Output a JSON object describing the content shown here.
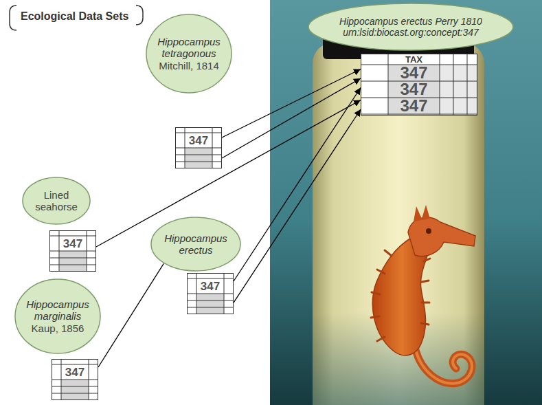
{
  "diagram": {
    "nodes": [
      {
        "text": [
          "Hippocampus erectus Perry 1810",
          "urn:lsid:biocast.org:concept:347"
        ]
      },
      {
        "text": [
          "TAX",
          "347",
          "347",
          "347"
        ]
      },
      {
        "text": [
          "Hippocampus tetragonous",
          "Mitchill, 1814"
        ]
      },
      {
        "text": [
          "347"
        ]
      },
      {
        "text": [
          "Lined seahorse"
        ]
      },
      {
        "text": [
          "347"
        ]
      },
      {
        "text": [
          "Hippocampus erectus"
        ]
      },
      {
        "text": [
          "347"
        ]
      },
      {
        "text": [
          "Hippocampus marginalis",
          "Kaup, 1856"
        ]
      },
      {
        "text": [
          "347"
        ]
      }
    ],
    "edges": [
      {
        "from": 3,
        "to": 1,
        "arrow": "to"
      },
      {
        "from": 3,
        "to": 1,
        "arrow": "to"
      },
      {
        "from": 5,
        "to": 1,
        "arrow": "to"
      },
      {
        "from": 7,
        "to": 1,
        "arrow": "to"
      },
      {
        "from": 7,
        "to": 1,
        "arrow": "to"
      },
      {
        "from": 9,
        "to": 6,
        "arrow": "none"
      }
    ],
    "labels": [
      "Ecological Data Sets"
    ]
  }
}
